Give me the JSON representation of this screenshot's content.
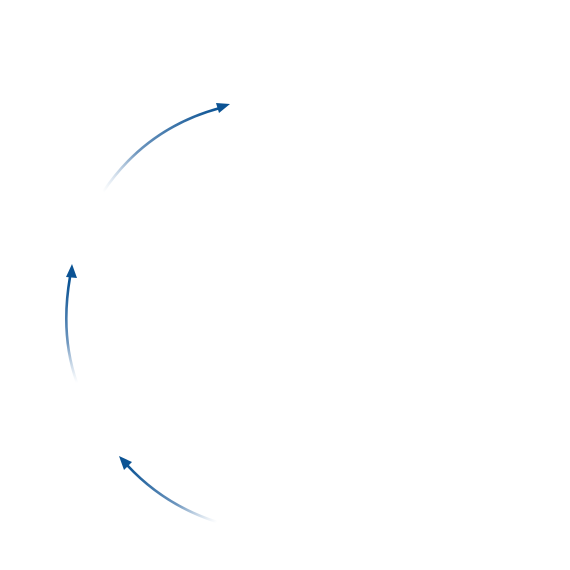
{
  "diagram": {
    "type": "cycle-arrows",
    "arrow_count": 3,
    "direction": "clockwise",
    "colors": {
      "background": "#ffffff",
      "arrow": "#0b5394",
      "arrow_tail": "#c5cfdb"
    }
  }
}
